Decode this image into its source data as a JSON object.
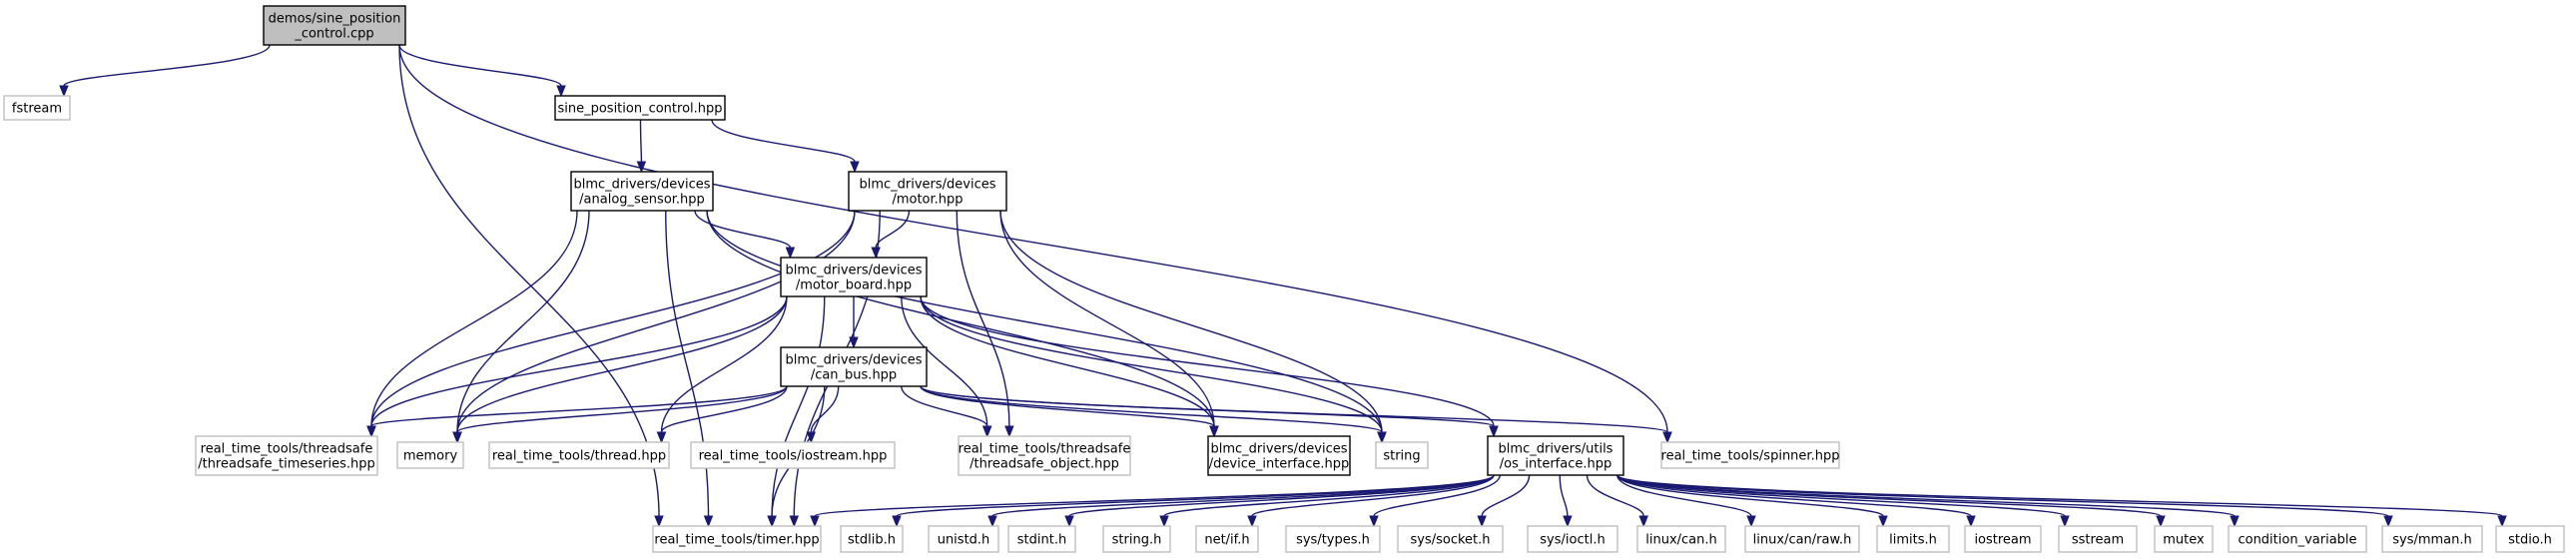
{
  "colors": {
    "edge": "#191970",
    "root_fill": "#bfbfbf",
    "project_border": "#000000",
    "external_border": "#bfbfbf",
    "background": "#ffffff"
  },
  "nodes": [
    {
      "id": "root",
      "kind": "root",
      "lines": [
        "demos/sine_position",
        "_control.cpp"
      ]
    },
    {
      "id": "fstream",
      "kind": "external",
      "lines": [
        "fstream"
      ]
    },
    {
      "id": "sine_hpp",
      "kind": "project",
      "lines": [
        "sine_position_control.hpp"
      ]
    },
    {
      "id": "analog",
      "kind": "project",
      "lines": [
        "blmc_drivers/devices",
        "/analog_sensor.hpp"
      ]
    },
    {
      "id": "motor",
      "kind": "project",
      "lines": [
        "blmc_drivers/devices",
        "/motor.hpp"
      ]
    },
    {
      "id": "motor_board",
      "kind": "project",
      "lines": [
        "blmc_drivers/devices",
        "/motor_board.hpp"
      ]
    },
    {
      "id": "can_bus",
      "kind": "project",
      "lines": [
        "blmc_drivers/devices",
        "/can_bus.hpp"
      ]
    },
    {
      "id": "ts_timeseries",
      "kind": "external",
      "lines": [
        "real_time_tools/threadsafe",
        "/threadsafe_timeseries.hpp"
      ]
    },
    {
      "id": "memory",
      "kind": "external",
      "lines": [
        "memory"
      ]
    },
    {
      "id": "thread",
      "kind": "external",
      "lines": [
        "real_time_tools/thread.hpp"
      ]
    },
    {
      "id": "iostream_rt",
      "kind": "external",
      "lines": [
        "real_time_tools/iostream.hpp"
      ]
    },
    {
      "id": "ts_object",
      "kind": "external",
      "lines": [
        "real_time_tools/threadsafe",
        "/threadsafe_object.hpp"
      ]
    },
    {
      "id": "device_if",
      "kind": "project",
      "lines": [
        "blmc_drivers/devices",
        "/device_interface.hpp"
      ]
    },
    {
      "id": "string",
      "kind": "external",
      "lines": [
        "string"
      ]
    },
    {
      "id": "os_if",
      "kind": "project",
      "lines": [
        "blmc_drivers/utils",
        "/os_interface.hpp"
      ]
    },
    {
      "id": "spinner",
      "kind": "external",
      "lines": [
        "real_time_tools/spinner.hpp"
      ]
    },
    {
      "id": "timer",
      "kind": "external",
      "lines": [
        "real_time_tools/timer.hpp"
      ]
    },
    {
      "id": "stdlib",
      "kind": "external",
      "lines": [
        "stdlib.h"
      ]
    },
    {
      "id": "unistd",
      "kind": "external",
      "lines": [
        "unistd.h"
      ]
    },
    {
      "id": "stdint",
      "kind": "external",
      "lines": [
        "stdint.h"
      ]
    },
    {
      "id": "string_h",
      "kind": "external",
      "lines": [
        "string.h"
      ]
    },
    {
      "id": "net_if",
      "kind": "external",
      "lines": [
        "net/if.h"
      ]
    },
    {
      "id": "sys_types",
      "kind": "external",
      "lines": [
        "sys/types.h"
      ]
    },
    {
      "id": "sys_socket",
      "kind": "external",
      "lines": [
        "sys/socket.h"
      ]
    },
    {
      "id": "sys_ioctl",
      "kind": "external",
      "lines": [
        "sys/ioctl.h"
      ]
    },
    {
      "id": "linux_can",
      "kind": "external",
      "lines": [
        "linux/can.h"
      ]
    },
    {
      "id": "linux_can_raw",
      "kind": "external",
      "lines": [
        "linux/can/raw.h"
      ]
    },
    {
      "id": "limits",
      "kind": "external",
      "lines": [
        "limits.h"
      ]
    },
    {
      "id": "iostream",
      "kind": "external",
      "lines": [
        "iostream"
      ]
    },
    {
      "id": "sstream",
      "kind": "external",
      "lines": [
        "sstream"
      ]
    },
    {
      "id": "mutex",
      "kind": "external",
      "lines": [
        "mutex"
      ]
    },
    {
      "id": "cond_var",
      "kind": "external",
      "lines": [
        "condition_variable"
      ]
    },
    {
      "id": "sys_mman",
      "kind": "external",
      "lines": [
        "sys/mman.h"
      ]
    },
    {
      "id": "stdio",
      "kind": "external",
      "lines": [
        "stdio.h"
      ]
    }
  ],
  "edges": [
    {
      "from": "root",
      "to": "fstream"
    },
    {
      "from": "root",
      "to": "sine_hpp"
    },
    {
      "from": "root",
      "to": "timer"
    },
    {
      "from": "root",
      "to": "spinner"
    },
    {
      "from": "sine_hpp",
      "to": "analog"
    },
    {
      "from": "sine_hpp",
      "to": "motor"
    },
    {
      "from": "analog",
      "to": "ts_timeseries"
    },
    {
      "from": "analog",
      "to": "memory"
    },
    {
      "from": "analog",
      "to": "timer"
    },
    {
      "from": "analog",
      "to": "motor_board"
    },
    {
      "from": "analog",
      "to": "device_if"
    },
    {
      "from": "analog",
      "to": "string"
    },
    {
      "from": "motor",
      "to": "motor_board"
    },
    {
      "from": "motor",
      "to": "ts_timeseries"
    },
    {
      "from": "motor",
      "to": "memory"
    },
    {
      "from": "motor",
      "to": "ts_object"
    },
    {
      "from": "motor",
      "to": "device_if"
    },
    {
      "from": "motor",
      "to": "string"
    },
    {
      "from": "motor",
      "to": "timer"
    },
    {
      "from": "motor_board",
      "to": "can_bus"
    },
    {
      "from": "motor_board",
      "to": "ts_timeseries"
    },
    {
      "from": "motor_board",
      "to": "memory"
    },
    {
      "from": "motor_board",
      "to": "thread"
    },
    {
      "from": "motor_board",
      "to": "ts_object"
    },
    {
      "from": "motor_board",
      "to": "device_if"
    },
    {
      "from": "motor_board",
      "to": "string"
    },
    {
      "from": "motor_board",
      "to": "os_if"
    },
    {
      "from": "motor_board",
      "to": "timer"
    },
    {
      "from": "can_bus",
      "to": "ts_timeseries"
    },
    {
      "from": "can_bus",
      "to": "memory"
    },
    {
      "from": "can_bus",
      "to": "thread"
    },
    {
      "from": "can_bus",
      "to": "iostream_rt"
    },
    {
      "from": "can_bus",
      "to": "ts_object"
    },
    {
      "from": "can_bus",
      "to": "device_if"
    },
    {
      "from": "can_bus",
      "to": "string"
    },
    {
      "from": "can_bus",
      "to": "os_if"
    },
    {
      "from": "can_bus",
      "to": "spinner"
    },
    {
      "from": "can_bus",
      "to": "timer"
    },
    {
      "from": "os_if",
      "to": "timer"
    },
    {
      "from": "os_if",
      "to": "stdlib"
    },
    {
      "from": "os_if",
      "to": "unistd"
    },
    {
      "from": "os_if",
      "to": "stdint"
    },
    {
      "from": "os_if",
      "to": "string_h"
    },
    {
      "from": "os_if",
      "to": "net_if"
    },
    {
      "from": "os_if",
      "to": "sys_types"
    },
    {
      "from": "os_if",
      "to": "sys_socket"
    },
    {
      "from": "os_if",
      "to": "sys_ioctl"
    },
    {
      "from": "os_if",
      "to": "linux_can"
    },
    {
      "from": "os_if",
      "to": "linux_can_raw"
    },
    {
      "from": "os_if",
      "to": "limits"
    },
    {
      "from": "os_if",
      "to": "iostream"
    },
    {
      "from": "os_if",
      "to": "sstream"
    },
    {
      "from": "os_if",
      "to": "mutex"
    },
    {
      "from": "os_if",
      "to": "cond_var"
    },
    {
      "from": "os_if",
      "to": "sys_mman"
    },
    {
      "from": "os_if",
      "to": "stdio"
    }
  ]
}
